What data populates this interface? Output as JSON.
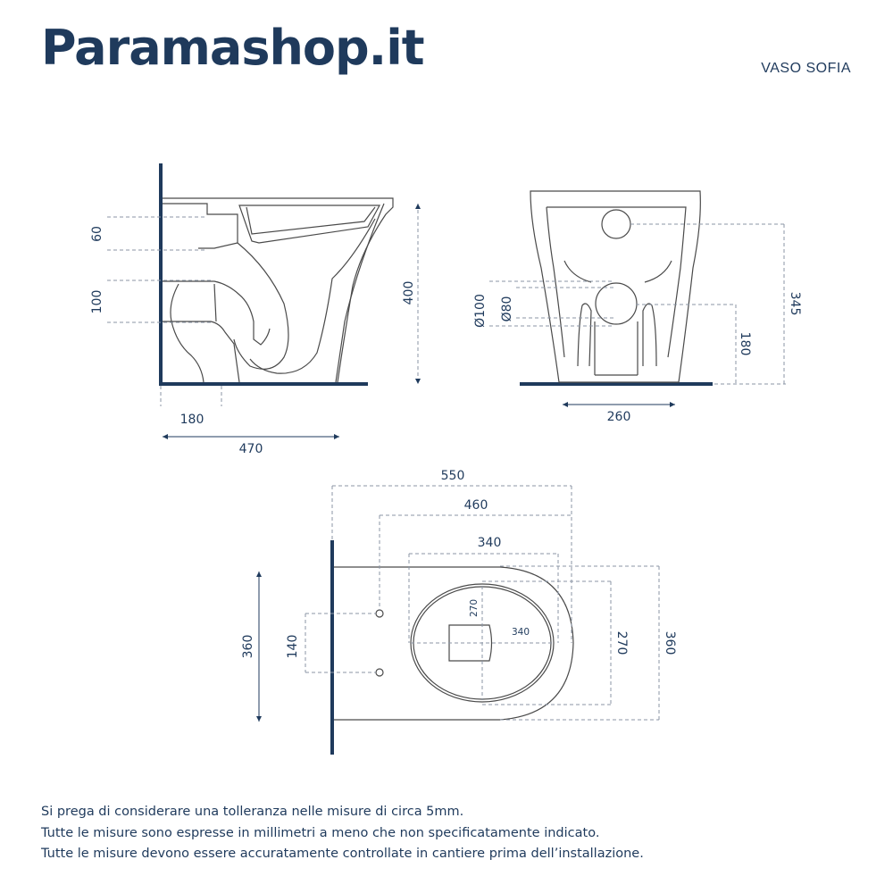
{
  "header": {
    "brand": "Paramashop.it",
    "product": "VASO SOFIA"
  },
  "side_view": {
    "dim_60": "60",
    "dim_100": "100",
    "dim_400": "400",
    "dim_180": "180",
    "dim_470": "470"
  },
  "rear_view": {
    "dim_d100": "Ø100",
    "dim_d80": "Ø80",
    "dim_345": "345",
    "dim_180": "180",
    "dim_260": "260"
  },
  "top_view": {
    "dim_550": "550",
    "dim_460": "460",
    "dim_340": "340",
    "dim_360_left": "360",
    "dim_140": "140",
    "dim_270_inner": "270",
    "dim_340_inner": "340",
    "dim_270_right": "270",
    "dim_360_right": "360"
  },
  "notes": [
    "Si prega di considerare una tolleranza nelle misure di circa 5mm.",
    "Tutte le misure sono espresse in millimetri a meno che non specificatamente indicato.",
    "Tutte le misure devono essere accuratamente controllate in cantiere prima dell’installazione."
  ],
  "colors": {
    "brand": "#1f3a5c",
    "dimension_lines": "#8b96a6",
    "outline": "#4a4a4a"
  }
}
